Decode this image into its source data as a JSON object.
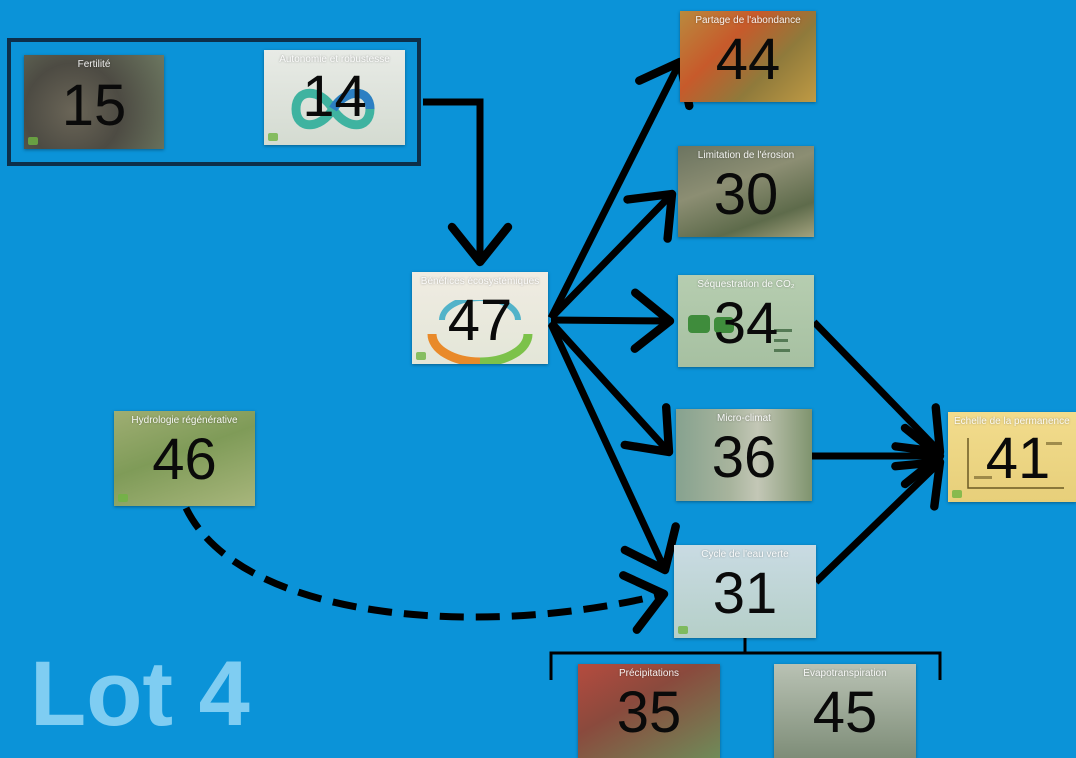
{
  "cards": {
    "fertilite": {
      "title": "Fertilité",
      "number": "15"
    },
    "autonomie": {
      "title": "Autonomie et robustesse",
      "number": "14"
    },
    "abondance": {
      "title": "Partage de l'abondance",
      "number": "44"
    },
    "erosion": {
      "title": "Limitation de l'érosion",
      "number": "30"
    },
    "co2": {
      "title": "Séquestration de CO₂",
      "number": "34"
    },
    "microclimat": {
      "title": "Micro-climat",
      "number": "36"
    },
    "eau_verte": {
      "title": "Cycle de l'eau verte",
      "number": "31"
    },
    "benefices": {
      "title": "Bénéfices écosystémiques",
      "number": "47"
    },
    "hydrologie": {
      "title": "Hydrologie régénérative",
      "number": "46"
    },
    "permanence": {
      "title": "Échelle de la permanence",
      "number": "41"
    },
    "precipitations": {
      "title": "Précipitations",
      "number": "35"
    },
    "evapotranspiration": {
      "title": "Évapotranspiration",
      "number": "45"
    }
  },
  "lot_label": "Lot 4",
  "colors": {
    "background": "#0b93d8",
    "arrow": "#000000",
    "group_box": "#0d2f4a",
    "lot_label": "#7fcdf2"
  }
}
